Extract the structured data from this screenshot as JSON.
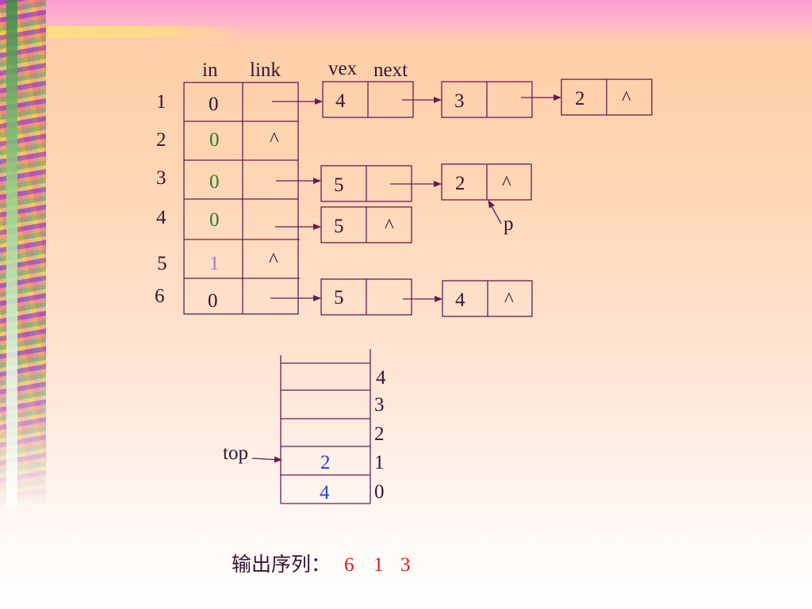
{
  "headers": {
    "in": "in",
    "link": "link",
    "vex": "vex",
    "next": "next"
  },
  "rows": [
    {
      "index": "1",
      "in": "0",
      "link": "",
      "in_color": "#3a1230"
    },
    {
      "index": "2",
      "in": "0",
      "link": "^",
      "in_color": "#2c7a2c"
    },
    {
      "index": "3",
      "in": "0",
      "link": "",
      "in_color": "#2c7a2c"
    },
    {
      "index": "4",
      "in": "0",
      "link": "",
      "in_color": "#2c7a2c"
    },
    {
      "index": "5",
      "in": "1",
      "link": "^",
      "in_color": "#b070d0"
    },
    {
      "index": "6",
      "in": "0",
      "link": "",
      "in_color": "#3a1230"
    }
  ],
  "nodes": {
    "r1a": {
      "vex": "4",
      "next": ""
    },
    "r1b": {
      "vex": "3",
      "next": ""
    },
    "r1c": {
      "vex": "2",
      "next": "^"
    },
    "r3a": {
      "vex": "5",
      "next": ""
    },
    "r3b": {
      "vex": "2",
      "next": "^"
    },
    "r4a": {
      "vex": "5",
      "next": "^"
    },
    "r6a": {
      "vex": "5",
      "next": ""
    },
    "r6b": {
      "vex": "4",
      "next": "^"
    }
  },
  "pointer_label": "p",
  "stack": {
    "indices": [
      "4",
      "3",
      "2",
      "1",
      "0"
    ],
    "cells": [
      "",
      "",
      "",
      "2",
      "4"
    ],
    "top_label": "top"
  },
  "output": {
    "label": "输出序列：",
    "values": [
      "6",
      "1",
      "3"
    ]
  },
  "colors": {
    "ink": "#3a1230",
    "line": "#6a1a55",
    "green": "#2c7a2c",
    "purple": "#b070d0",
    "blue": "#1f3fd0",
    "red": "#e01818"
  }
}
